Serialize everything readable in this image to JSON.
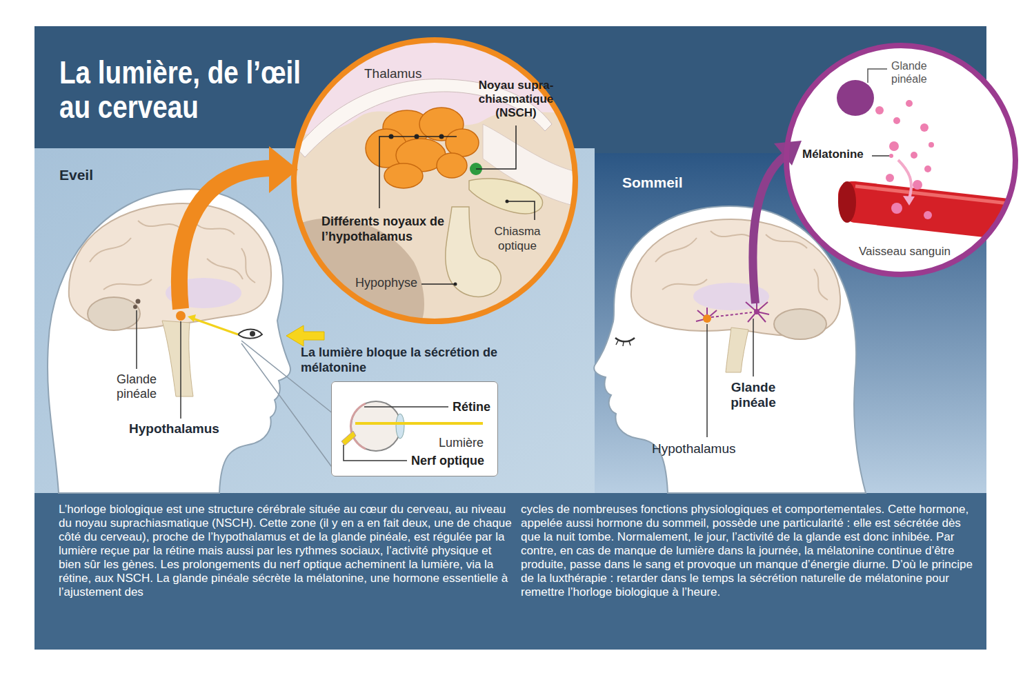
{
  "diagram": {
    "title": "La lumière, de l’œil au cerveau",
    "nodes": [
      {
        "text": [
          "Thalamus",
          "Noyau supra-chiasmatique (NSCH)",
          "Différents noyaux de l’hypothalamus",
          "Chiasma optique",
          "Hypophyse"
        ]
      },
      {
        "text": [
          "Rétine",
          "Lumière",
          "Nerf optique"
        ]
      },
      {
        "text": [
          "Glande pinéale",
          "Mélatonine",
          "Vaisseau sanguin"
        ]
      },
      {
        "text": [
          "L’horloge biologique est une structure cérébrale située au cœur du cerveau, au niveau du noyau suprachiasmatique (NSCH). Cette zone (il y en a en fait deux, une de chaque côté du cerveau), proche de l’hypothalamus et de la glande pinéale, est régulée par la lumière reçue par la rétine mais aussi par les rythmes sociaux, l’activité physique et bien sûr les gènes. Les prolongements du nerf optique acheminent la lumière, via la rétine, aux NSCH. La glande pinéale sécrète la mélatonine, une hormone essentielle à l’ajustement des",
          "cycles de nombreuses fonctions physiologiques et comportementales. Cette hormone, appelée aussi hormone du sommeil, possède une particularité : elle est sécrétée dès que la nuit tombe. Normalement, le jour, l’activité de la glande est donc inhibée. Par contre, en cas de manque de lumière dans la journée, la mélatonine continue d’être produite, passe dans le sang et provoque un manque d’énergie diurne. D’où le principe de la luxthérapie : retarder dans le temps la sécrétion naturelle de mélatonine pour remettre l’horloge biologique à l’heure."
        ]
      }
    ],
    "labels": [
      "Eveil",
      "Glande pinéale",
      "Hypothalamus",
      "La lumière bloque la sécrétion de mélatonine",
      "Sommeil",
      "Glande pinéale",
      "Hypothalamus"
    ]
  }
}
